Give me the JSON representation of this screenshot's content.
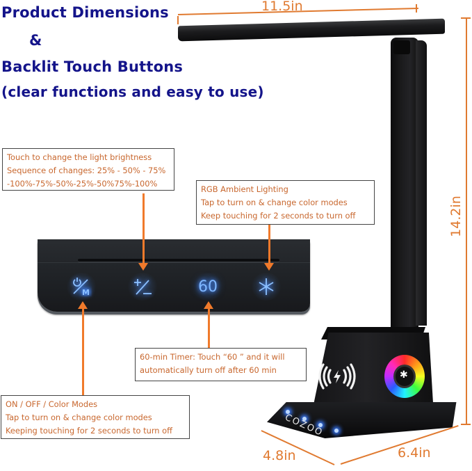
{
  "headings": {
    "line1": "Product Dimensions",
    "line2": "&",
    "line3": "Backlit Touch Buttons",
    "line4": "(clear functions and easy to use)"
  },
  "dimensions": {
    "width": "11.5in",
    "height": "14.2in",
    "base_depth": "4.8in",
    "base_width": "6.4in"
  },
  "callouts": {
    "brightness": {
      "lines": [
        "Touch to change the light brightness",
        "Sequence of changes: 25% - 50% - 75%",
        "-100%-75%-50%-25%-50%75%-100%"
      ]
    },
    "rgb": {
      "lines": [
        "RGB Ambient Lighting",
        "Tap to turn on & change color modes",
        "Keep touching for 2 seconds to turn off"
      ]
    },
    "timer": {
      "lines": [
        "60-min Timer: Touch “60 ”  and it will",
        "automatically turn off after 60 min"
      ]
    },
    "power": {
      "lines": [
        "ON / OFF / Color Modes",
        "Tap to turn on & change color modes",
        "Keeping touching for 2 seconds to turn off"
      ]
    }
  },
  "touch_panel": {
    "buttons": [
      {
        "name": "power-mode",
        "icon": "power-mode-icon"
      },
      {
        "name": "brightness",
        "icon": "plus-minus-icon"
      },
      {
        "name": "timer",
        "label": "60"
      },
      {
        "name": "rgb",
        "icon": "asterisk-icon"
      }
    ]
  },
  "product": {
    "brand": "COZOO"
  },
  "colors": {
    "heading": "#14148a",
    "callout_text": "#c8672e",
    "arrow": "#f07a2b",
    "dimension": "#e07a30",
    "backlight": "#7fb7ff"
  }
}
